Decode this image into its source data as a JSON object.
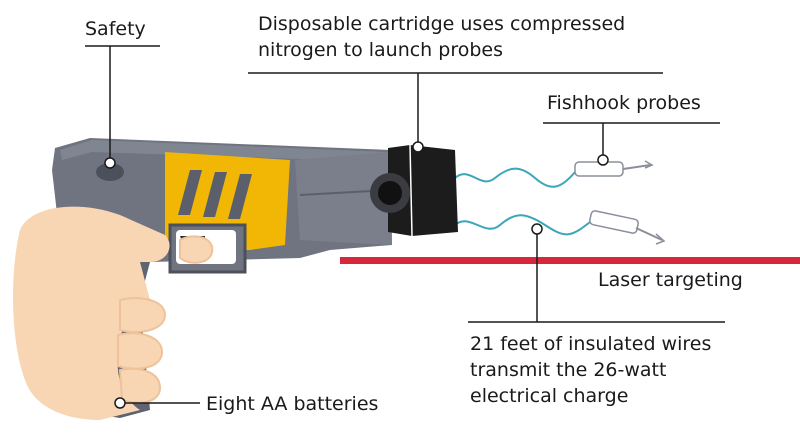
{
  "labels": {
    "safety": "Safety",
    "cartridge_line1": "Disposable cartridge uses compressed",
    "cartridge_line2": "nitrogen to launch probes",
    "probes": "Fishhook probes",
    "laser": "Laser targeting",
    "wires_line1": "21 feet of insulated wires",
    "wires_line2": "transmit the 26-watt",
    "wires_line3": "electrical charge",
    "batteries": "Eight AA batteries"
  },
  "colors": {
    "body_gray": "#6f7480",
    "body_dark": "#5a5f6b",
    "yellow_panel": "#f2b705",
    "cartridge_black": "#1c1c1c",
    "laser_red": "#d8263a",
    "wire_teal": "#3aa6b9",
    "skin": "#f8d6b3",
    "skin_shadow": "#eec29a"
  }
}
